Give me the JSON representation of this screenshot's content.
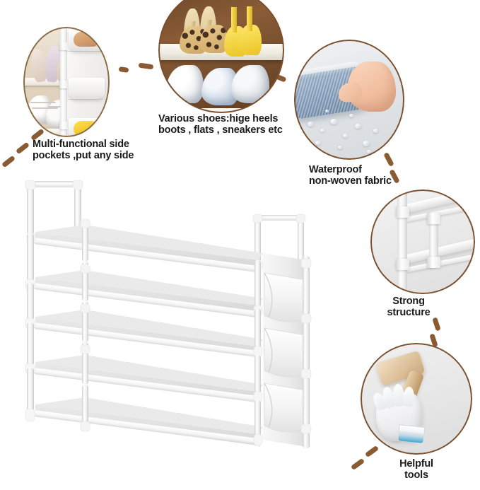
{
  "meta": {
    "title": "Shoe Rack Feature Infographic",
    "background_color": "#ffffff",
    "bubble_ring_color": "#7a4f2e",
    "dash_color": "#8a5a33",
    "label_color": "#1b1b1b"
  },
  "callouts": [
    {
      "id": "side-pockets",
      "label": "Multi-functional side\npockets ,put any side",
      "photo": "shoe rack with white non-woven side pockets holding tan shoes and yellow slippers"
    },
    {
      "id": "various-shoes",
      "label": "Various shoes:hige heels\nboots , flats , sneakers etc",
      "photo": "leopard print and yellow high heels on upper shelf, white and blue sneakers below"
    },
    {
      "id": "waterproof-fabric",
      "label": "Waterproof\nnon-woven fabric",
      "photo": "hand wiping blue towel across grey waterproof fabric covered in water droplets"
    },
    {
      "id": "strong-structure",
      "label": "Strong\nstructure",
      "photo": "close-up of white plastic connector joints and shelf slabs"
    },
    {
      "id": "helpful-tools",
      "label": "Helpful\ntools",
      "photo": "wooden mallet and pair of white assembly gloves with blue cuff"
    }
  ],
  "product": {
    "name": "5-tier shoe rack",
    "tier_count": 5,
    "side_pocket_count": 3,
    "frame_color": "#ffffff",
    "shelf_color": "#e3e3e3",
    "pocket_color": "#efefef"
  }
}
